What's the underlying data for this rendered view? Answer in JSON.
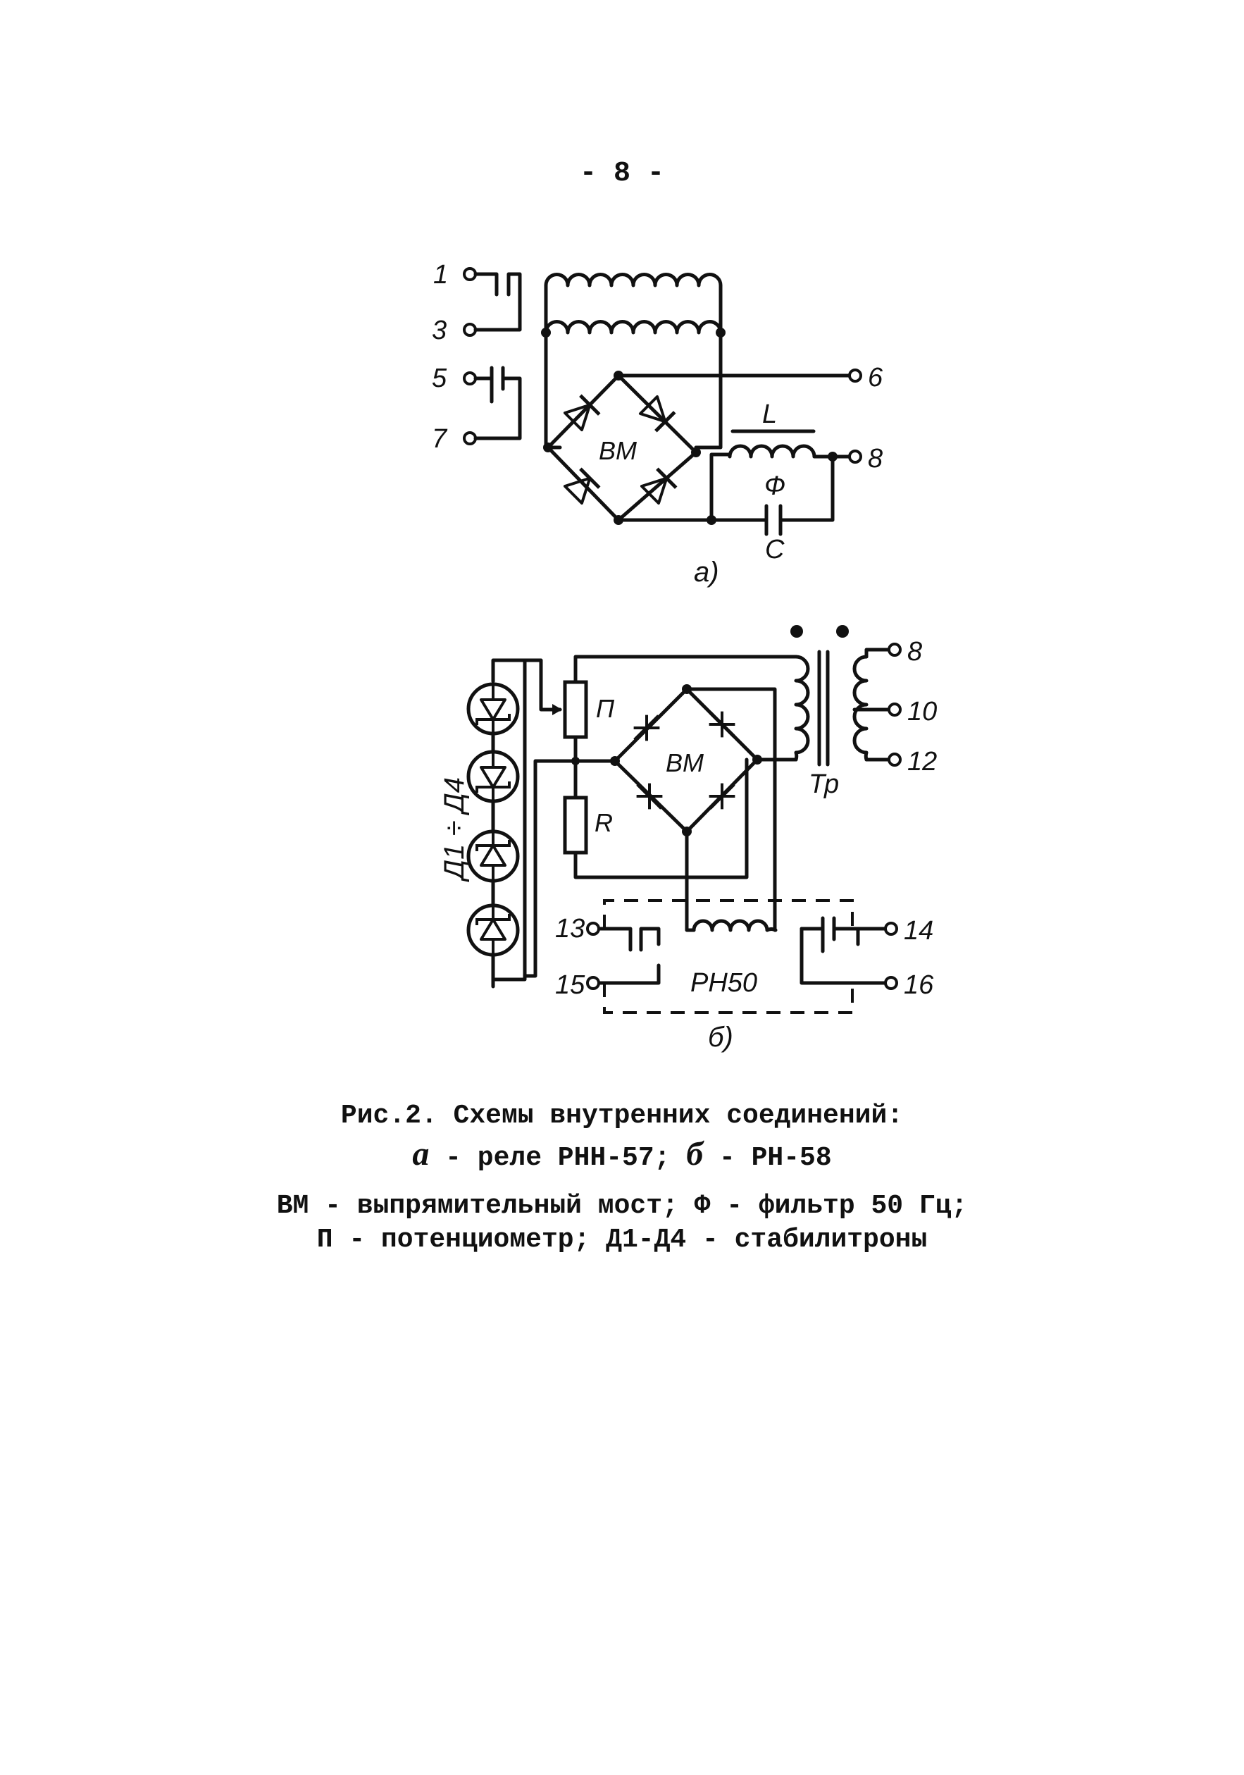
{
  "page_number": "- 8 -",
  "diagram_a": {
    "terminals": {
      "t1": "1",
      "t3": "3",
      "t5": "5",
      "t7": "7",
      "t6": "6",
      "t8": "8"
    },
    "bridge_label": "ВМ",
    "inductor_label": "L",
    "filter_label": "Ф",
    "capacitor_label": "C",
    "sub_label": "а)"
  },
  "diagram_b": {
    "terminals": {
      "t8": "8",
      "t10": "10",
      "t12": "12",
      "t13": "13",
      "t14": "14",
      "t15": "15",
      "t16": "16"
    },
    "diodes_label": "Д1 ÷ Д4",
    "pot_label": "П",
    "resistor_label": "R",
    "bridge_label": "ВМ",
    "transformer_label": "Тр",
    "relay_label": "РН50",
    "sub_label": "б)"
  },
  "caption": {
    "line1": "Рис.2. Схемы внутренних соединений:",
    "line2_a_letter": "а",
    "line2_a_text": " - реле РНН-57; ",
    "line2_b_letter": "б",
    "line2_b_text": " - РН-58",
    "line3": "ВМ - выпрямительный мост; Ф - фильтр 50 Гц;",
    "line4": "П - потенциометр; Д1-Д4 - стабилитроны"
  }
}
